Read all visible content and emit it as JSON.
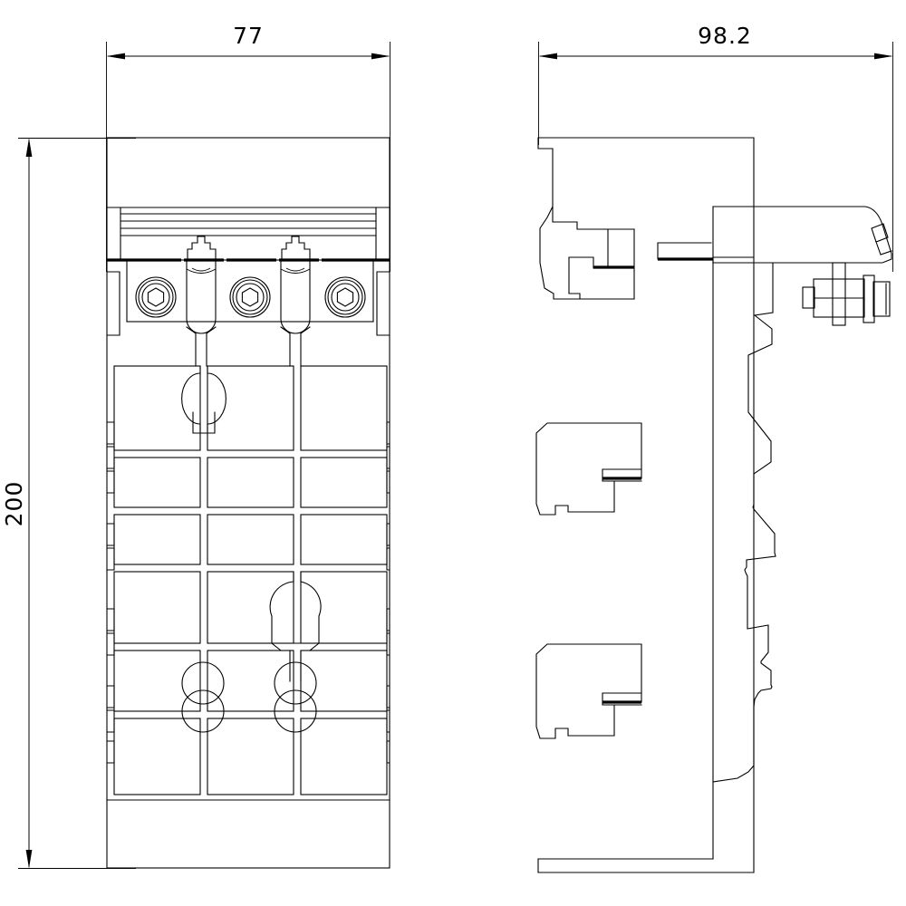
{
  "drawing": {
    "title": "Technical dimensional drawing - two orthographic views",
    "background_color": "#ffffff",
    "line_color": "#000000",
    "views": [
      {
        "name": "front-view",
        "label": ""
      },
      {
        "name": "side-view",
        "label": ""
      }
    ]
  },
  "dimensions": {
    "width_front": {
      "value": "77",
      "orientation": "horizontal",
      "view": "front-view"
    },
    "depth_side": {
      "value": "98.2",
      "orientation": "horizontal",
      "view": "side-view"
    },
    "height_overall": {
      "value": "200",
      "orientation": "vertical",
      "view": "front-view"
    }
  },
  "front_view": {
    "name": "front-view",
    "features": {
      "hex_screws": {
        "count": 3,
        "label": "hex-socket-screw"
      },
      "bottle_terminals": {
        "count": 2,
        "label": "terminal-stem"
      },
      "grid_columns": 3,
      "grid_rows": 6,
      "circles_lower": {
        "count": 4,
        "label": "round-contact"
      },
      "arrow_marker": {
        "count": 1,
        "label": "shield-marker"
      }
    }
  },
  "side_view": {
    "name": "side-view",
    "features": {
      "brackets": {
        "count": 3,
        "label": "mounting-bracket"
      },
      "serrated_profile": {
        "label": "stepped-rib-profile"
      },
      "bolt_assembly": {
        "count": 1,
        "label": "bolt-nut-assembly"
      },
      "top_arm": {
        "label": "upper-arm"
      },
      "foot": {
        "label": "base-foot"
      }
    }
  }
}
